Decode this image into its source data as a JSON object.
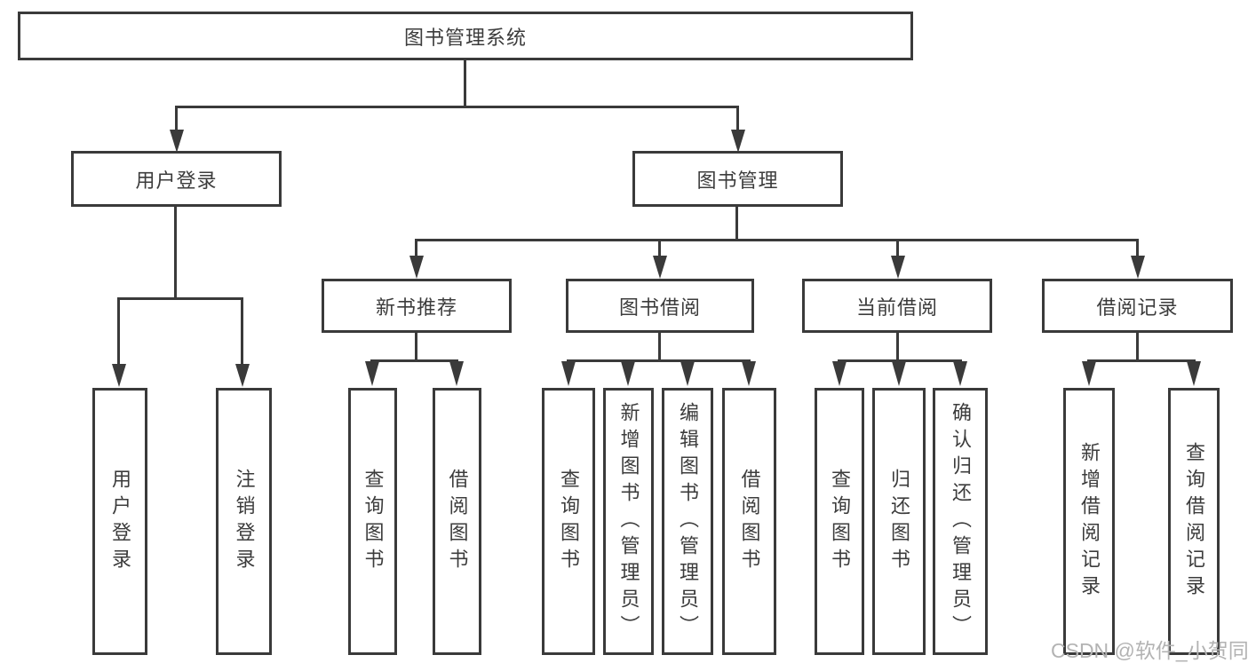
{
  "colors": {
    "line": "#3a3a3a",
    "text": "#3c3c3c",
    "background": "#ffffff",
    "watermark": "#b3b3b3"
  },
  "diagram": {
    "root": {
      "label": "图书管理系统"
    },
    "branches": [
      {
        "label": "用户登录",
        "children": [
          {
            "label": "用户登录"
          },
          {
            "label": "注销登录"
          }
        ]
      },
      {
        "label": "图书管理",
        "children": [
          {
            "label": "新书推荐",
            "children": [
              {
                "label": "查询图书"
              },
              {
                "label": "借阅图书"
              }
            ]
          },
          {
            "label": "图书借阅",
            "children": [
              {
                "label": "查询图书"
              },
              {
                "label": "新增图书（管理员）"
              },
              {
                "label": "编辑图书（管理员）"
              },
              {
                "label": "借阅图书"
              }
            ]
          },
          {
            "label": "当前借阅",
            "children": [
              {
                "label": "查询图书"
              },
              {
                "label": "归还图书"
              },
              {
                "label": "确认归还（管理员）"
              }
            ]
          },
          {
            "label": "借阅记录",
            "children": [
              {
                "label": "新增借阅记录"
              },
              {
                "label": "查询借阅记录"
              }
            ]
          }
        ]
      }
    ]
  },
  "watermark": {
    "text": "CSDN @软件_小贺同学"
  }
}
